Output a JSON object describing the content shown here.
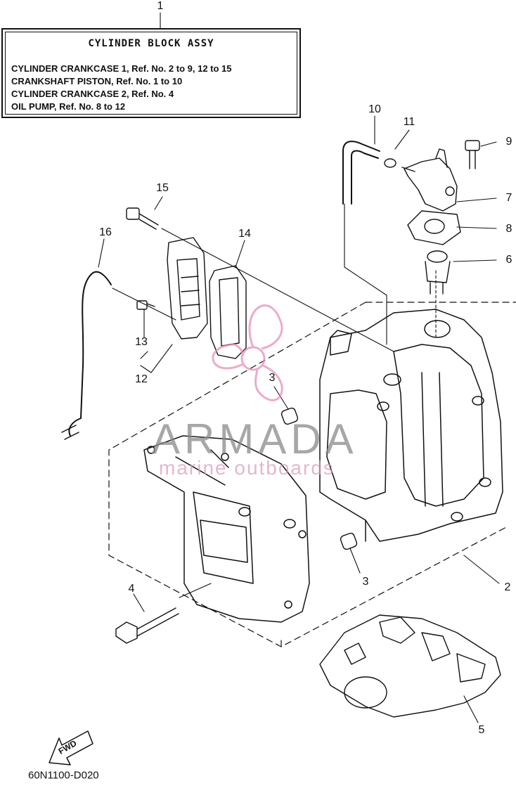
{
  "diagram": {
    "box": {
      "heading": "CYLINDER BLOCK ASSY",
      "lines": [
        "CYLINDER CRANKCASE 1,   Ref. No. 2 to 9,  12 to 15",
        "CRANKSHAFT PISTON,   Ref. No. 1 to 10",
        "CYLINDER CRANKCASE 2,   Ref. No. 4",
        "OIL PUMP,   Ref. No. 8 to 12"
      ]
    },
    "callouts": [
      "1",
      "2",
      "3",
      "3",
      "4",
      "5",
      "6",
      "7",
      "8",
      "9",
      "10",
      "11",
      "12",
      "13",
      "14",
      "15",
      "16"
    ],
    "fwd_label": "FWD",
    "figure_code": "60N1100-D020",
    "watermark": {
      "brand": "ARMADA",
      "tagline": "marine outboards",
      "colors": {
        "logo": "#e58fb9",
        "text": "#8a8a8a"
      }
    }
  }
}
